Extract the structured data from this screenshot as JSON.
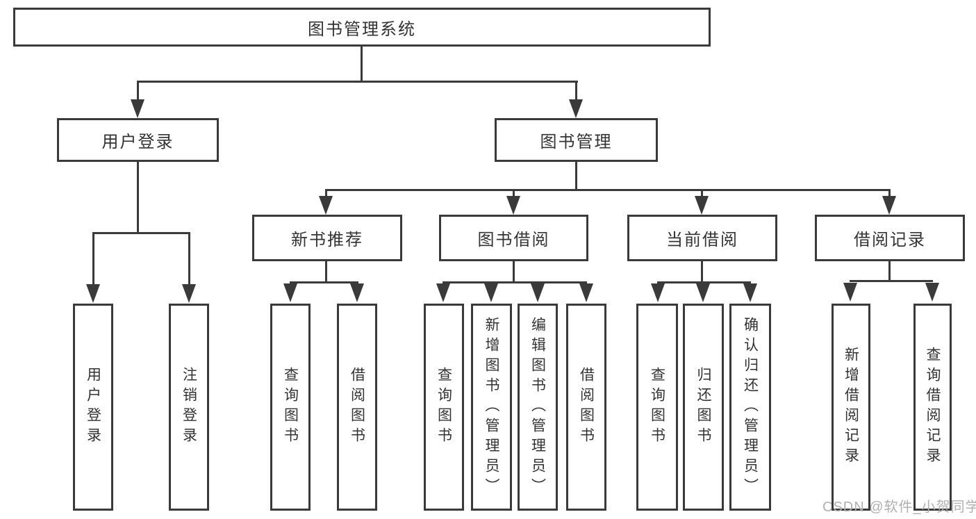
{
  "diagram": {
    "root": "图书管理系统",
    "branches": {
      "user_login": {
        "label": "用户登录",
        "children": [
          "用户登录",
          "注销登录"
        ]
      },
      "book_mgmt": {
        "label": "图书管理",
        "sections": {
          "new_book": {
            "label": "新书推荐",
            "children": [
              "查询图书",
              "借阅图书"
            ]
          },
          "book_borrow": {
            "label": "图书借阅",
            "children": [
              "查询图书",
              "新增图书（管理员）",
              "编辑图书（管理员）",
              "借阅图书"
            ]
          },
          "current_borrow": {
            "label": "当前借阅",
            "children": [
              "查询图书",
              "归还图书",
              "确认归还（管理员）"
            ]
          },
          "borrow_record": {
            "label": "借阅记录",
            "children": [
              "新增借阅记录",
              "查询借阅记录"
            ]
          }
        }
      }
    }
  },
  "watermark": {
    "text": "CSDN @软件_小贺同学"
  },
  "colors": {
    "line": "#3a3a3a",
    "text": "#333333",
    "watermark": "#b0b0b0",
    "background": "#ffffff"
  }
}
